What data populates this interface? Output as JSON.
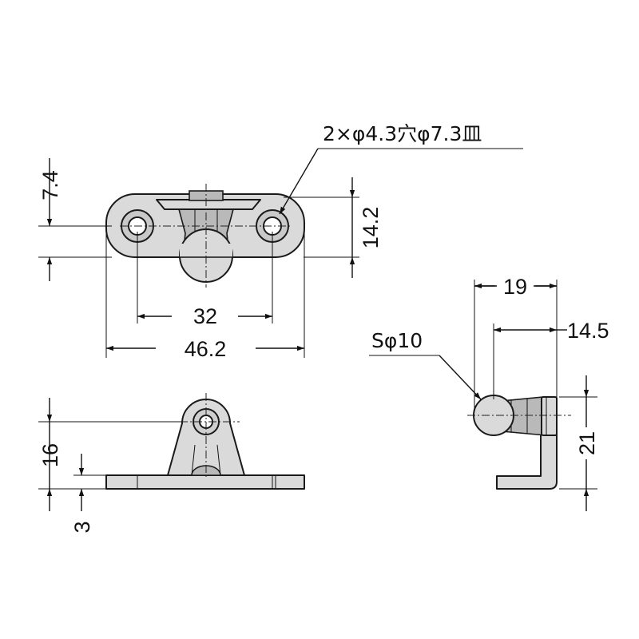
{
  "annotations": {
    "hole_spec": "2×φ4.3穴φ7.3皿",
    "sphere_spec": "Sφ10"
  },
  "dimensions": {
    "thickness_top": "7.4",
    "depth_top": "14.2",
    "hole_pitch": "32",
    "overall_width": "46.2",
    "pivot_height": "16",
    "base_thickness": "3",
    "side_depth": "19",
    "side_offset": "14.5",
    "side_height": "21"
  }
}
